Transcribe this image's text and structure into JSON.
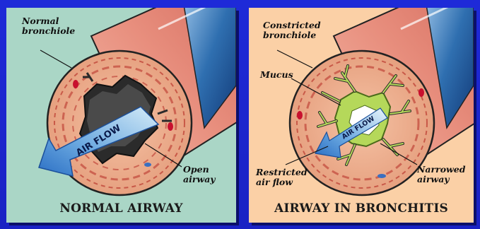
{
  "panels": {
    "normal": {
      "caption": "NORMAL AIRWAY",
      "label_bronchiole": "Normal\nbronchiole",
      "label_open": "Open\nairway",
      "arrow_text": "AIR FLOW"
    },
    "bronchitis": {
      "caption": "AIRWAY IN BRONCHITIS",
      "label_bronchiole": "Constricted\nbronchiole",
      "label_mucus": "Mucus",
      "label_restricted": "Restricted\nair flow",
      "label_narrowed": "Narrowed\nairway",
      "arrow_text": "AIR FLOW"
    }
  },
  "colors": {
    "background": "#1e2ad8",
    "normal_panel": "#aad6c6",
    "bronchitis_panel": "#fbd0a6",
    "tube": "#e88f7e",
    "tube_band": "#2f6fb0",
    "mucus": "#b5d85a",
    "arrow": "#4a8fd8"
  }
}
